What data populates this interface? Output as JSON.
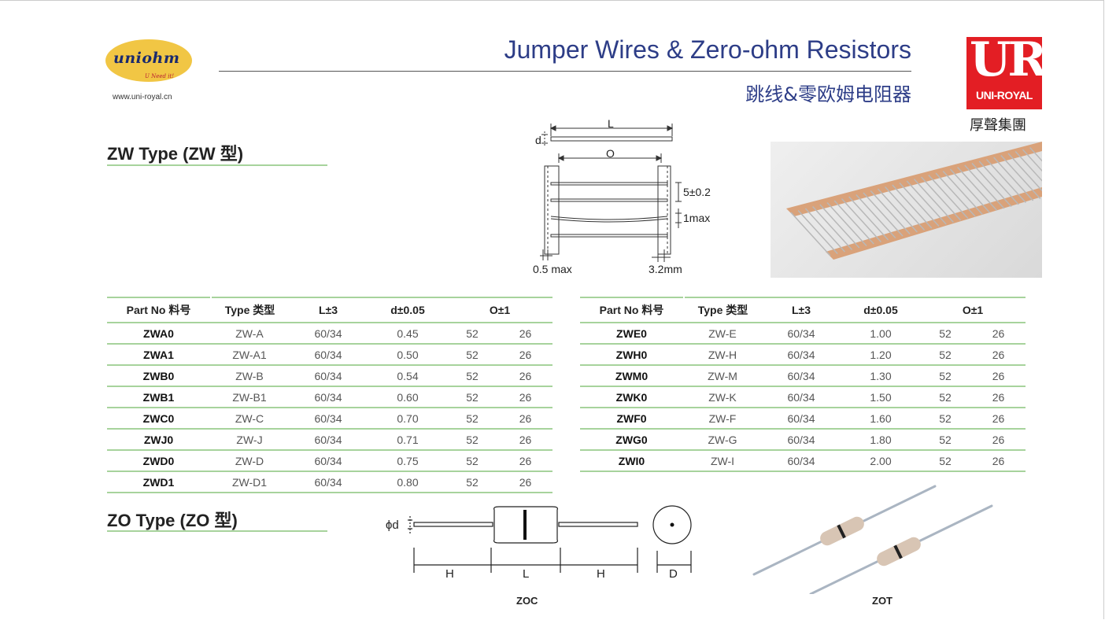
{
  "logo": {
    "brand": "uniohm",
    "tagline": "U Need it!",
    "url": "www.uni-royal.cn"
  },
  "header": {
    "title_en": "Jumper  Wires & Zero-ohm Resistors",
    "title_cn": "跳线&零欧姆电阻器"
  },
  "brand_badge": {
    "letters": "UR",
    "name": "UNI-ROYAL",
    "cn": "厚聲集團"
  },
  "zw_section": {
    "title": "ZW Type (ZW 型)",
    "diagram": {
      "L": "L",
      "d": "d",
      "O": "O",
      "pitch": "5±0.2",
      "bow": "1max",
      "max": "0.5 max",
      "tape": "3.2mm"
    }
  },
  "table_headers": {
    "part": "Part No 料号",
    "type": "Type 类型",
    "L": "L±3",
    "d": "d±0.05",
    "O": "O±1"
  },
  "table_left": [
    [
      "ZWA0",
      "ZW-A",
      "60/34",
      "0.45",
      "52",
      "26"
    ],
    [
      "ZWA1",
      "ZW-A1",
      "60/34",
      "0.50",
      "52",
      "26"
    ],
    [
      "ZWB0",
      "ZW-B",
      "60/34",
      "0.54",
      "52",
      "26"
    ],
    [
      "ZWB1",
      "ZW-B1",
      "60/34",
      "0.60",
      "52",
      "26"
    ],
    [
      "ZWC0",
      "ZW-C",
      "60/34",
      "0.70",
      "52",
      "26"
    ],
    [
      "ZWJ0",
      "ZW-J",
      "60/34",
      "0.71",
      "52",
      "26"
    ],
    [
      "ZWD0",
      "ZW-D",
      "60/34",
      "0.75",
      "52",
      "26"
    ],
    [
      "ZWD1",
      "ZW-D1",
      "60/34",
      "0.80",
      "52",
      "26"
    ]
  ],
  "table_right": [
    [
      "ZWE0",
      "ZW-E",
      "60/34",
      "1.00",
      "52",
      "26"
    ],
    [
      "ZWH0",
      "ZW-H",
      "60/34",
      "1.20",
      "52",
      "26"
    ],
    [
      "ZWM0",
      "ZW-M",
      "60/34",
      "1.30",
      "52",
      "26"
    ],
    [
      "ZWK0",
      "ZW-K",
      "60/34",
      "1.50",
      "52",
      "26"
    ],
    [
      "ZWF0",
      "ZW-F",
      "60/34",
      "1.60",
      "52",
      "26"
    ],
    [
      "ZWG0",
      "ZW-G",
      "60/34",
      "1.80",
      "52",
      "26"
    ],
    [
      "ZWI0",
      "ZW-I",
      "60/34",
      "2.00",
      "52",
      "26"
    ]
  ],
  "zo_section": {
    "title": "ZO Type (ZO 型)",
    "diagram": {
      "phi_d": "ϕd",
      "H1": "H",
      "L": "L",
      "H2": "H",
      "D": "D"
    },
    "label_zoc": "ZOC",
    "label_zot": "ZOT"
  },
  "colors": {
    "accent_green": "#a7d39c",
    "title_blue": "#2d3d87",
    "brand_red": "#e31e24",
    "logo_yellow": "#f1c644"
  }
}
